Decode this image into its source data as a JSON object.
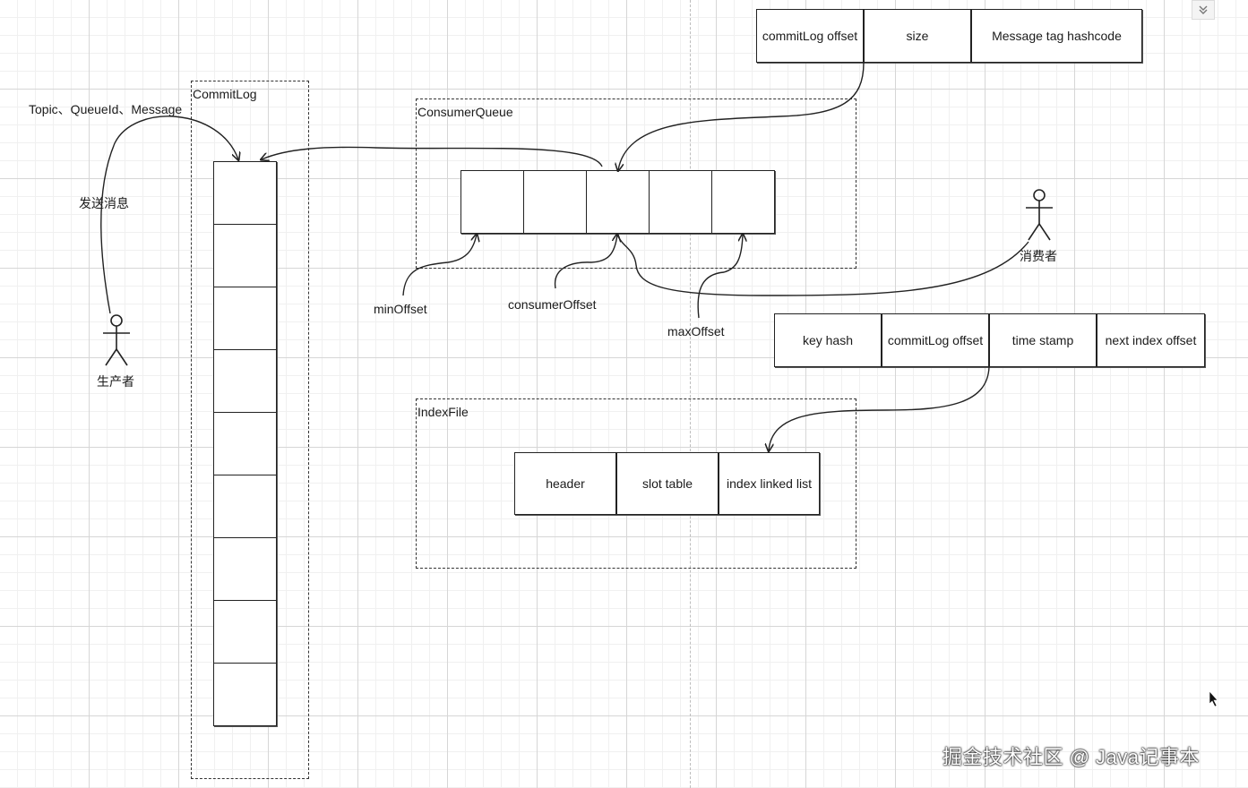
{
  "commitlog": {
    "title": "CommitLog",
    "slot_count": 9
  },
  "producer": {
    "label": "生产者",
    "send_label": "发送消息",
    "payload_label": "Topic、QueueId、Message"
  },
  "consumer_queue": {
    "title": "ConsumerQueue",
    "slot_count": 5,
    "entry_fields": [
      "commitLog offset",
      "size",
      "Message tag hashcode"
    ],
    "offsets": {
      "min": "minOffset",
      "consumer": "consumerOffset",
      "max": "maxOffset"
    }
  },
  "consumer": {
    "label": "消费者"
  },
  "index_entry_fields": [
    "key hash",
    "commitLog offset",
    "time stamp",
    "next index offset"
  ],
  "index_file": {
    "title": "IndexFile",
    "parts": [
      "header",
      "slot table",
      "index linked list"
    ]
  },
  "watermark": "掘金技术社区 @ Java记事本",
  "icons": {
    "collapse": "chevron-double-down-icon",
    "cursor": "mouse-pointer-icon"
  }
}
